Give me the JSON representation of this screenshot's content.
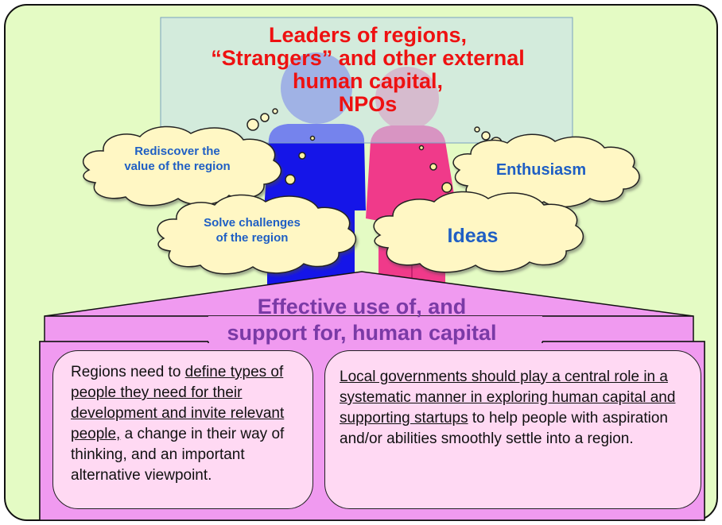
{
  "title": "Leaders of regions,\n“Strangers” and other external\nhuman capital,\nNPOs",
  "clouds": {
    "rediscover": "Rediscover the\nvalue of the region",
    "solve": "Solve challenges\nof the region",
    "enthusiasm": "Enthusiasm",
    "ideas": "Ideas"
  },
  "banner": {
    "title": "Effective use of, and\nsupport for, human capital"
  },
  "left_box": {
    "underlined": "define types of people they need for their development and invite relevant people,",
    "before": "Regions need to ",
    "after": " a change in their way of thinking, and an important alternative viewpoint."
  },
  "right_box": {
    "underlined": "Local governments should play a central role in a systematic manner in exploring human capital and supporting startups",
    "after": " to help people with aspiration and/or abilities smoothly settle into a region."
  },
  "colors": {
    "background": "#e4fbc4",
    "title": "#ee1111",
    "banner_fill": "#f09af0",
    "banner_text": "#7a3aa6",
    "box_fill": "#ffd9f3",
    "cloud_fill": "#fff7c4",
    "cloud_text": "#1f5fc4",
    "figure_blue": "#1515e8",
    "figure_pink": "#f03a8a"
  }
}
